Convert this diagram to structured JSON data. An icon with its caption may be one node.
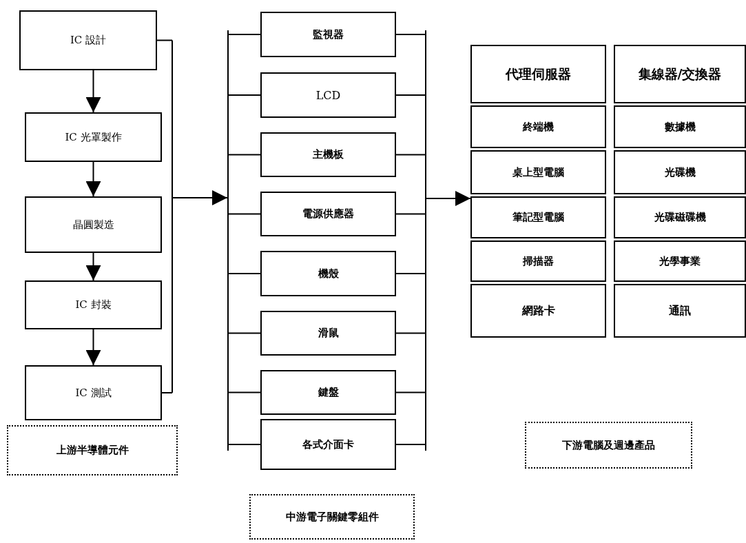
{
  "diagram": {
    "nodes": [
      {
        "text": [
          "IC 設計"
        ]
      },
      {
        "text": [
          "IC 光罩製作"
        ]
      },
      {
        "text": [
          "晶圓製造"
        ]
      },
      {
        "text": [
          "IC 封裝"
        ]
      },
      {
        "text": [
          "IC 測試"
        ]
      },
      {
        "text": [
          "上游半導體元件"
        ]
      },
      {
        "text": [
          "監視器"
        ]
      },
      {
        "text": [
          "LCD"
        ]
      },
      {
        "text": [
          "主機板"
        ]
      },
      {
        "text": [
          "電源供應器"
        ]
      },
      {
        "text": [
          "機殼"
        ]
      },
      {
        "text": [
          "滑鼠"
        ]
      },
      {
        "text": [
          "鍵盤"
        ]
      },
      {
        "text": [
          "各式介面卡"
        ]
      },
      {
        "text": [
          "中游電子關鍵零組件"
        ]
      },
      {
        "text": [
          "代理伺服器"
        ]
      },
      {
        "text": [
          "集線器/交換器"
        ]
      },
      {
        "text": [
          "終端機"
        ]
      },
      {
        "text": [
          "數據機"
        ]
      },
      {
        "text": [
          "桌上型電腦"
        ]
      },
      {
        "text": [
          "光碟機"
        ]
      },
      {
        "text": [
          "筆記型電腦"
        ]
      },
      {
        "text": [
          "光碟磁碟機"
        ]
      },
      {
        "text": [
          "掃描器"
        ]
      },
      {
        "text": [
          "光學事業"
        ]
      },
      {
        "text": [
          "網路卡"
        ]
      },
      {
        "text": [
          "通訊"
        ]
      },
      {
        "text": [
          "下游電腦及週邊產品"
        ]
      },
      {
        "text": [],
        "shape": "bar"
      },
      {
        "text": [],
        "shape": "bar"
      }
    ],
    "edges": [
      {
        "from": 0,
        "to": 1,
        "arrow": "to"
      },
      {
        "from": 1,
        "to": 2,
        "arrow": "to"
      },
      {
        "from": 2,
        "to": 3,
        "arrow": "to"
      },
      {
        "from": 3,
        "to": 4,
        "arrow": "to"
      },
      {
        "from": 0,
        "to": 28,
        "arrow": "to"
      },
      {
        "from": 4,
        "to": 28,
        "arrow": "to"
      },
      {
        "from": 28,
        "to": 6,
        "arrow": "none"
      },
      {
        "from": 28,
        "to": 7,
        "arrow": "none"
      },
      {
        "from": 28,
        "to": 8,
        "arrow": "none"
      },
      {
        "from": 28,
        "to": 9,
        "arrow": "none"
      },
      {
        "from": 28,
        "to": 10,
        "arrow": "none"
      },
      {
        "from": 28,
        "to": 11,
        "arrow": "none"
      },
      {
        "from": 28,
        "to": 12,
        "arrow": "none"
      },
      {
        "from": 28,
        "to": 13,
        "arrow": "none"
      },
      {
        "from": 6,
        "to": 29,
        "arrow": "none"
      },
      {
        "from": 7,
        "to": 29,
        "arrow": "none"
      },
      {
        "from": 8,
        "to": 29,
        "arrow": "none"
      },
      {
        "from": 9,
        "to": 29,
        "arrow": "none"
      },
      {
        "from": 10,
        "to": 29,
        "arrow": "none"
      },
      {
        "from": 11,
        "to": 29,
        "arrow": "none"
      },
      {
        "from": 12,
        "to": 29,
        "arrow": "none"
      },
      {
        "from": 13,
        "to": 29,
        "arrow": "none"
      },
      {
        "from": 29,
        "to": 21,
        "arrow": "to"
      }
    ]
  }
}
